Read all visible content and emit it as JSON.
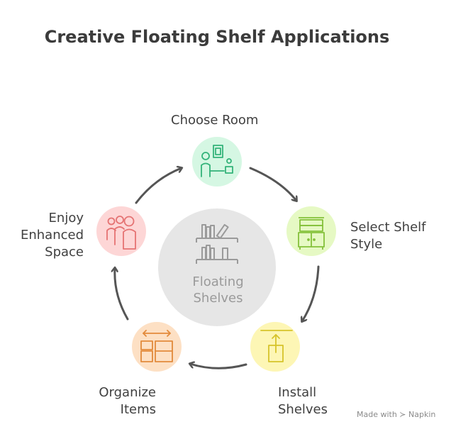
{
  "title": "Creative Floating Shelf Applications",
  "center": {
    "label": "Floating\nShelves",
    "icon": "shelf-icon"
  },
  "steps": [
    {
      "label": "Choose Room",
      "icon": "person-with-frame-icon",
      "color": "#d5f7e3",
      "stroke": "#33b37a"
    },
    {
      "label": "Select Shelf\nStyle",
      "icon": "cabinet-icon",
      "color": "#e6f9c4",
      "stroke": "#84c13a"
    },
    {
      "label": "Install\nShelves",
      "icon": "upload-arrow-icon",
      "color": "#fdf6b5",
      "stroke": "#d6c32a"
    },
    {
      "label": "Organize\nItems",
      "icon": "grid-layout-icon",
      "color": "#fde0c4",
      "stroke": "#e28a3b"
    },
    {
      "label": "Enjoy\nEnhanced\nSpace",
      "icon": "group-people-icon",
      "color": "#fdd6d6",
      "stroke": "#e57373"
    }
  ],
  "watermark": "Made with ≻ Napkin"
}
